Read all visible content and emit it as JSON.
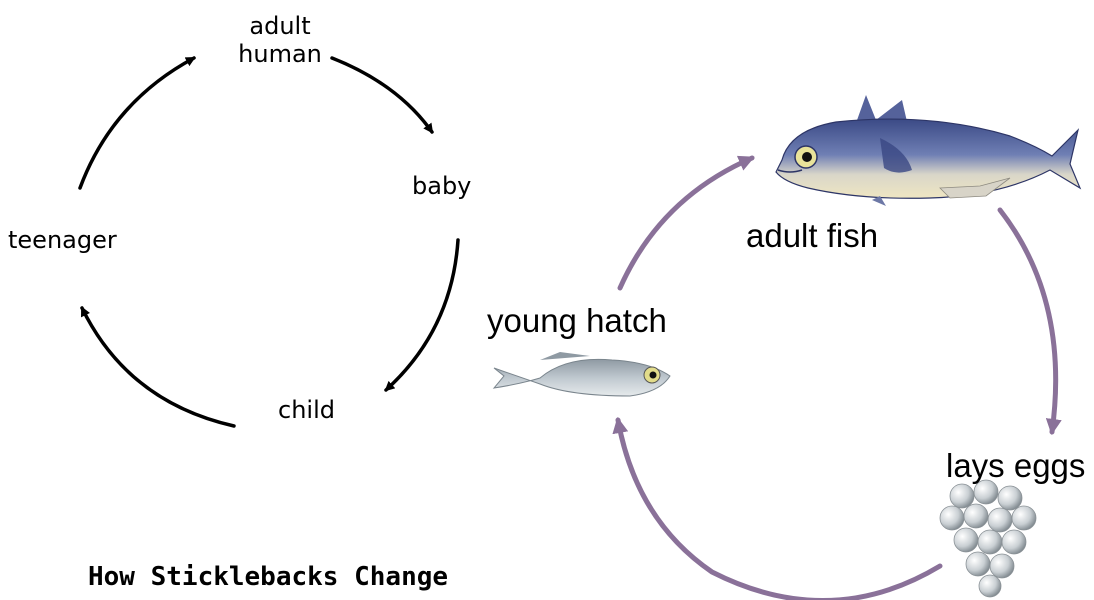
{
  "human_cycle": {
    "stages": {
      "adult_human": "adult human",
      "baby": "baby",
      "child": "child",
      "teenager": "teenager"
    }
  },
  "fish_cycle": {
    "stages": {
      "adult_fish": "adult fish",
      "lays_eggs": "lays eggs",
      "young_hatch": "young hatch"
    }
  },
  "caption": "How Sticklebacks Change",
  "colors": {
    "human_arrow": "#000000",
    "fish_arrow": "#8a7199",
    "adult_fish_back": "#3b4a86",
    "adult_fish_belly": "#efe6c2",
    "young_fish": "#a9b4bc",
    "eggs": "#c9cfd3"
  }
}
